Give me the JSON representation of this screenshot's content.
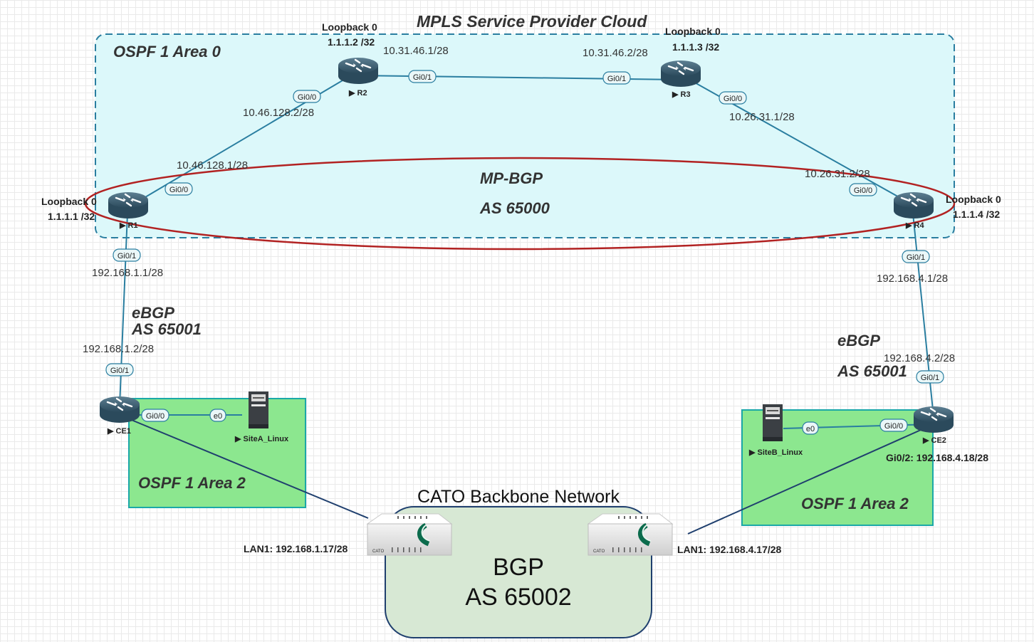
{
  "title": "MPLS Service Provider Cloud",
  "areas": {
    "core": "OSPF 1 Area 0",
    "site_a": "OSPF 1 Area 2",
    "site_b": "OSPF 1 Area 2"
  },
  "mpbgp": {
    "label": "MP-BGP",
    "as": "AS 65000"
  },
  "routers": {
    "r1": {
      "name": "R1",
      "loopback": "Loopback  0",
      "loopback_ip": "1.1.1.1 /32"
    },
    "r2": {
      "name": "R2",
      "loopback": "Loopback  0",
      "loopback_ip": "1.1.1.2 /32"
    },
    "r3": {
      "name": "R3",
      "loopback": "Loopback  0",
      "loopback_ip": "1.1.1.3 /32"
    },
    "r4": {
      "name": "R4",
      "loopback": "Loopback  0",
      "loopback_ip": "1.1.1.4 /32"
    },
    "ce1": {
      "name": "CE1"
    },
    "ce2": {
      "name": "CE2"
    }
  },
  "servers": {
    "site_a": "SiteA_Linux",
    "site_b": "SiteB_Linux"
  },
  "ip_labels": {
    "r2_gi01": "10.31.46.1/28",
    "r3_gi01": "10.31.46.2/28",
    "r2_gi00": "10.46.128.2/28",
    "r1_gi00": "10.46.128.1/28",
    "r3_gi00": "10.26.31.1/28",
    "r4_gi00": "10.26.31.2/28",
    "r1_gi01": "192.168.1.1/28",
    "ce1_gi01": "192.168.1.2/28",
    "r4_gi01": "192.168.4.1/28",
    "ce2_gi01": "192.168.4.2/28",
    "ce2_gi02": "Gi0/2: 192.168.4.18/28",
    "cato_lan_a": "LAN1: 192.168.1.17/28",
    "cato_lan_b": "LAN1: 192.168.4.17/28"
  },
  "ports": {
    "gi00": "Gi0/0",
    "gi01": "Gi0/1",
    "e0": "e0"
  },
  "ebgp": {
    "left_label": "eBGP",
    "left_as": "AS 65001",
    "right_label": "eBGP",
    "right_as": "AS 65001"
  },
  "cato": {
    "title": "CATO Backbone Network",
    "bgp": "BGP",
    "as": "AS 65002",
    "brand": "CATO"
  },
  "colors": {
    "cloud_fill": "#dcf8fa",
    "cloud_border": "#2a7ea0",
    "area_fill": "#8ce78f",
    "area_border": "#1ba8a8",
    "ellipse": "#b22222",
    "cato_fill": "#d7e8d4",
    "link": "#2a7ea0",
    "dark_link": "#1f3f6e"
  }
}
